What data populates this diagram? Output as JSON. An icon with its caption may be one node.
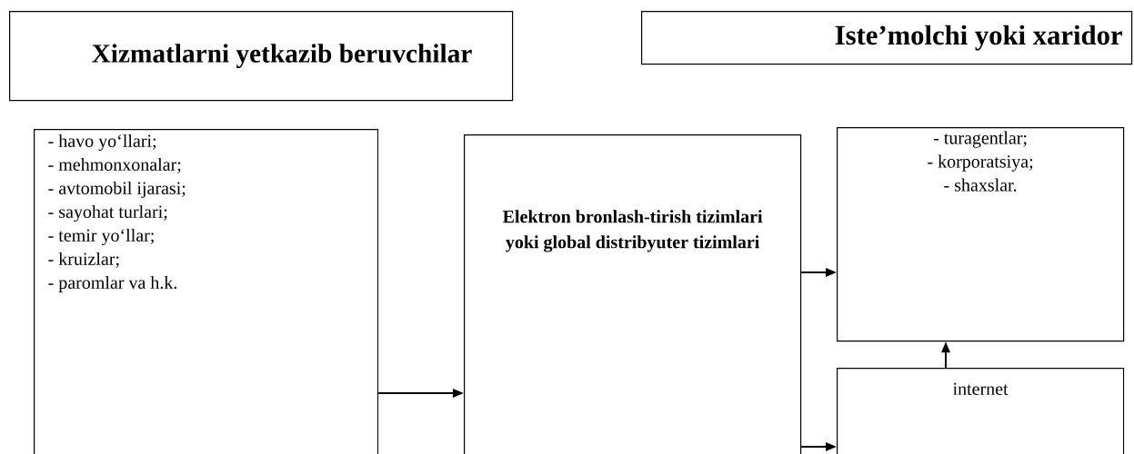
{
  "diagram": {
    "nodes": [
      {
        "text": [
          "Xizmatlarni yetkazib beruvchilar"
        ]
      },
      {
        "text": [
          "Iste’molchi yoki xaridor"
        ]
      },
      {
        "text": [
          "- havo yo‘llari;",
          "- mehmonxonalar;",
          "- avtomobil ijarasi;",
          "- sayohat turlari;",
          "- temir yo‘llar;",
          "- kruizlar;",
          "- paromlar va h.k."
        ]
      },
      {
        "text": [
          "Elektron bronlash-tirish tizimlari yoki global distribyuter tizimlari"
        ]
      },
      {
        "text": [
          "- turagentlar;",
          "- korporatsiya;",
          "- shaxslar."
        ]
      },
      {
        "text": [
          "internet"
        ]
      }
    ],
    "edges": [
      {
        "from": 2,
        "to": 3,
        "arrow": "to"
      },
      {
        "from": 3,
        "to": 4,
        "arrow": "to"
      },
      {
        "from": 3,
        "to": 5,
        "arrow": "to"
      },
      {
        "from": 5,
        "to": 4,
        "arrow": "to"
      }
    ]
  }
}
